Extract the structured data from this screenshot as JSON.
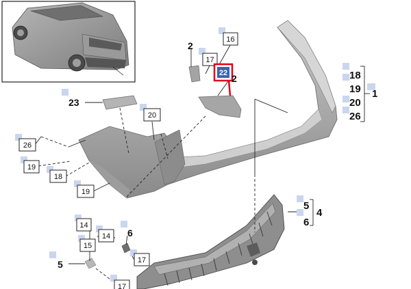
{
  "diagram": {
    "selected_callout": "22",
    "accent_color": "#e2001a",
    "marker_color": "#c9d6ee",
    "callouts": {
      "c2a": "2",
      "c2b": "2",
      "c16": "16",
      "c17a": "17",
      "c22": "22",
      "c23": "23",
      "c20": "20",
      "c26a": "26",
      "c19a": "19",
      "c18a": "18",
      "c19b": "19",
      "g18": "18",
      "g19": "19",
      "g20": "20",
      "g26": "26",
      "g1": "1",
      "g5": "5",
      "g6": "6",
      "g4": "4",
      "c14a": "14",
      "c14b": "14",
      "c6": "6",
      "c15": "15",
      "c17b": "17",
      "c5": "5",
      "c17c": "17"
    }
  }
}
